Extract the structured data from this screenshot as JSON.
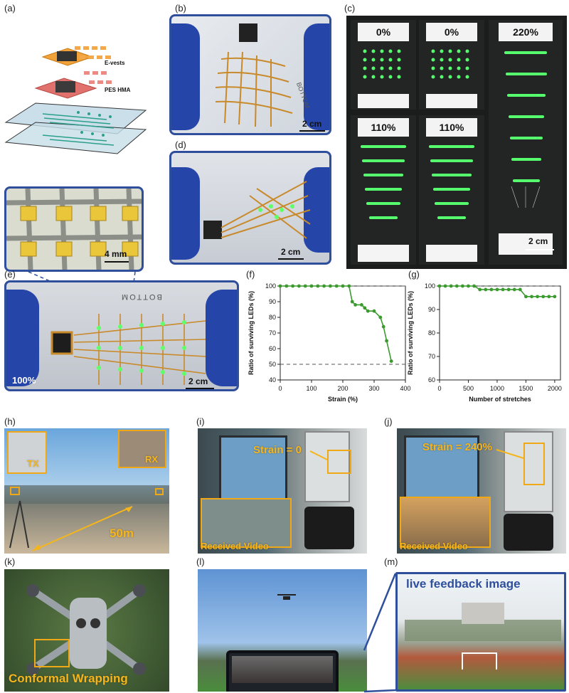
{
  "panels": {
    "a": {
      "label": "(a)",
      "legend_evests": "E-vests",
      "legend_pes": "PES HMA",
      "scale": "4 mm"
    },
    "b": {
      "label": "(b)",
      "scale": "2 cm",
      "stamp": "BOTTOM"
    },
    "c": {
      "label": "(c)",
      "scale": "2 cm",
      "tiles": [
        "0%",
        "0%",
        "220%",
        "110%",
        "110%"
      ]
    },
    "d": {
      "label": "(d)",
      "scale": "2 cm"
    },
    "e": {
      "label": "(e)",
      "scale": "2 cm",
      "strain": "100%",
      "stamp": "BOTTOM"
    },
    "f": {
      "label": "(f)"
    },
    "g": {
      "label": "(g)"
    },
    "h": {
      "label": "(h)",
      "tx": "TX",
      "rx": "RX",
      "distance": "50m"
    },
    "i": {
      "label": "(i)",
      "strain": "Strain = 0",
      "received": "Received   Video"
    },
    "j": {
      "label": "(j)",
      "strain": "Strain = 240%",
      "received": "Received   Video"
    },
    "k": {
      "label": "(k)",
      "caption": "Conformal Wrapping"
    },
    "l": {
      "label": "(l)"
    },
    "m": {
      "label": "(m)",
      "caption": "live feedback image"
    }
  },
  "colors": {
    "frame_blue": "#2f4f9c",
    "series_green": "#3a9a2e",
    "annotation_yellow": "#f5b51b"
  },
  "chart_data": [
    {
      "type": "line",
      "panel": "f",
      "xlabel": "Strain (%)",
      "ylabel": "Ratio of surviving LEDs (%)",
      "xlim": [
        0,
        400
      ],
      "ylim": [
        40,
        100
      ],
      "xticks": [
        0,
        100,
        200,
        300,
        400
      ],
      "yticks": [
        40,
        50,
        60,
        70,
        80,
        90,
        100
      ],
      "reference_lines": [
        100,
        50
      ],
      "x": [
        0,
        20,
        40,
        60,
        80,
        100,
        120,
        140,
        160,
        180,
        200,
        220,
        230,
        240,
        260,
        270,
        280,
        300,
        320,
        330,
        340,
        355
      ],
      "y": [
        100,
        100,
        100,
        100,
        100,
        100,
        100,
        100,
        100,
        100,
        100,
        100,
        90,
        88,
        88,
        86,
        84,
        84,
        80,
        74,
        65,
        52
      ]
    },
    {
      "type": "line",
      "panel": "g",
      "xlabel": "Number of stretches",
      "ylabel": "Ratio of surviving LEDs (%)",
      "xlim": [
        0,
        2100
      ],
      "ylim": [
        60,
        100
      ],
      "xticks": [
        0,
        500,
        1000,
        1500,
        2000
      ],
      "yticks": [
        60,
        70,
        80,
        90,
        100
      ],
      "reference_lines": [
        100
      ],
      "x": [
        0,
        100,
        200,
        300,
        400,
        500,
        600,
        700,
        800,
        900,
        1000,
        1100,
        1200,
        1300,
        1400,
        1500,
        1600,
        1700,
        1800,
        1900,
        2000
      ],
      "y": [
        100,
        100,
        100,
        100,
        100,
        100,
        100,
        98.5,
        98.5,
        98.5,
        98.5,
        98.5,
        98.5,
        98.5,
        98.5,
        95.5,
        95.5,
        95.5,
        95.5,
        95.5,
        95.5
      ]
    }
  ]
}
